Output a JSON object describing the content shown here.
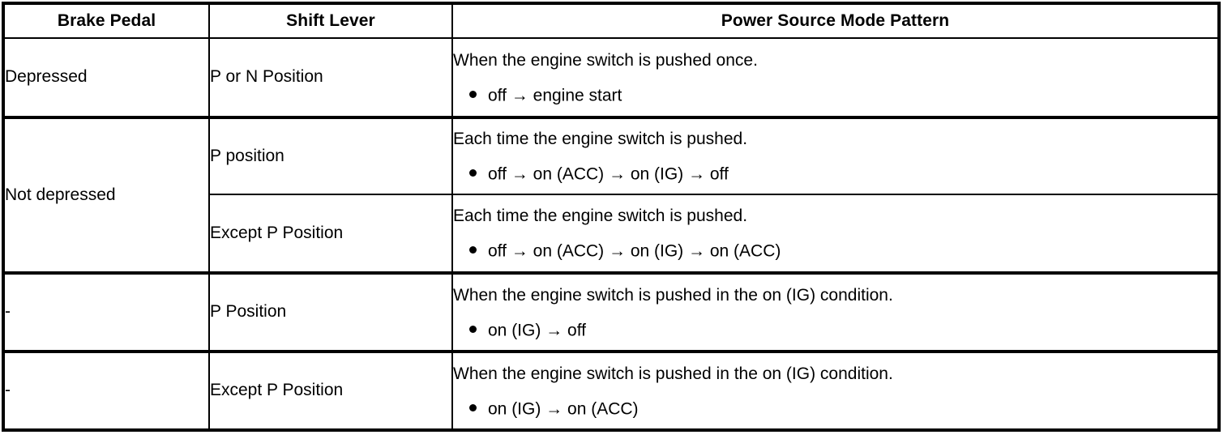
{
  "table": {
    "title": "Power Source Mode Pattern",
    "headers": [
      {
        "key": "brake",
        "label": "Brake Pedal"
      },
      {
        "key": "lever",
        "label": "Shift Lever"
      },
      {
        "key": "pattern",
        "label": "Power Source Mode Pattern"
      }
    ],
    "rows": [
      {
        "brake": "Depressed",
        "lever": "P or N Position",
        "pattern_head": "When the engine switch is pushed once.",
        "pattern_bullet": "off → engine start"
      },
      {
        "brake": "Not depressed",
        "lever": "P position",
        "pattern_head": "Each time the engine switch is pushed.",
        "pattern_bullet": "off → on (ACC) → on (IG) → off"
      },
      {
        "brake": "",
        "lever": "Except P Position",
        "pattern_head": "Each time the engine switch is pushed.",
        "pattern_bullet": "off → on (ACC) → on (IG) → on (ACC)"
      },
      {
        "brake": "-",
        "lever": "P Position",
        "pattern_head": "When the engine switch is pushed in the on (IG) condition.",
        "pattern_bullet": "on (IG) → off"
      },
      {
        "brake": "-",
        "lever": "Except P Position",
        "pattern_head": "When the engine switch is pushed in the on (IG) condition.",
        "pattern_bullet": "on (IG) → on (ACC)"
      }
    ]
  },
  "colors": {
    "border": "#000000",
    "text": "#000000",
    "background": "#ffffff"
  }
}
